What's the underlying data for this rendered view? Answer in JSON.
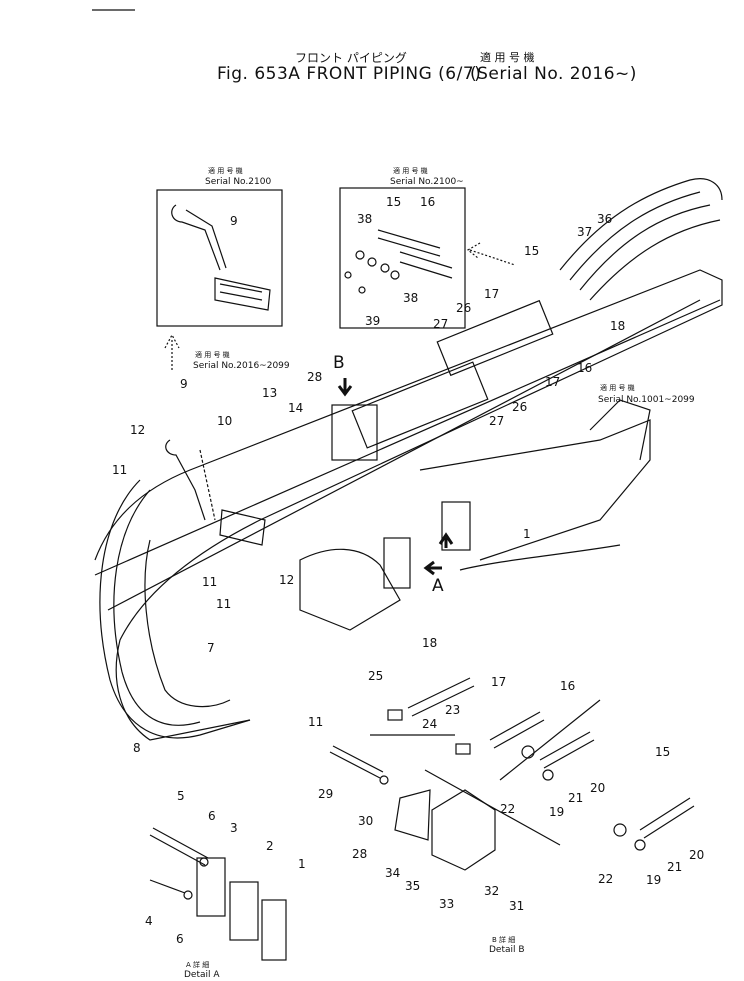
{
  "header": {
    "title_jp": "フロント パイピング",
    "title_en": "Fig. 653A  FRONT PIPING (6/7)",
    "serial_jp": "適 用 号 機",
    "serial_range": "(Serial No. 2016~)"
  },
  "insets": {
    "left": {
      "serial_jp": "適 用 号 機",
      "serial": "Serial No.2100"
    },
    "right": {
      "serial_jp": "適 用 号 機",
      "serial": "Serial No.2100~"
    },
    "lower_left": {
      "serial_jp": "適 用 号 機",
      "serial": "Serial No.2016~2099"
    },
    "lower_right": {
      "serial_jp": "適 用 号 機",
      "serial": "Serial No.1001~2099"
    }
  },
  "arrows": {
    "a": "A",
    "b": "B"
  },
  "details": {
    "a_jp": "A 詳 細",
    "a_en": "Detail  A",
    "b_jp": "B 詳 細",
    "b_en": "Detail  B"
  },
  "callouts": [
    "9",
    "38",
    "15",
    "16",
    "36",
    "37",
    "15",
    "38",
    "39",
    "17",
    "26",
    "27",
    "18",
    "16",
    "17",
    "26",
    "27",
    "28",
    "9",
    "13",
    "14",
    "10",
    "12",
    "11",
    "11",
    "12",
    "11",
    "7",
    "11",
    "8",
    "1",
    "18",
    "25",
    "24",
    "17",
    "23",
    "16",
    "29",
    "30",
    "28",
    "22",
    "19",
    "21",
    "20",
    "15",
    "5",
    "6",
    "3",
    "4",
    "2",
    "6",
    "1",
    "34",
    "35",
    "33",
    "32",
    "31",
    "22",
    "21",
    "20",
    "19"
  ]
}
